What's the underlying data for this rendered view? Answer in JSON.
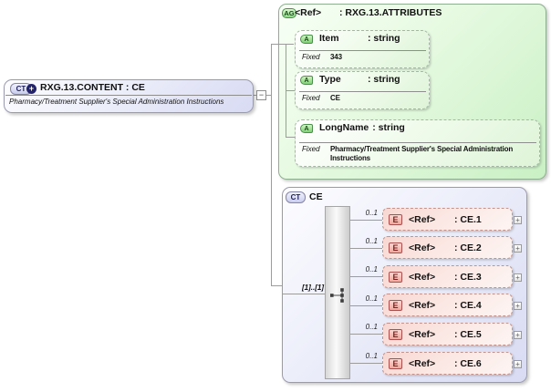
{
  "content_box": {
    "badge": "CT",
    "plus_icon": "+",
    "title": "RXG.13.CONTENT : CE",
    "subtitle": "Pharmacy/Treatment Supplier's Special Administration Instructions"
  },
  "collapse_handle": "−",
  "attribute_group": {
    "badge": "AG",
    "name": "<Ref>",
    "type": ": RXG.13.ATTRIBUTES",
    "attributes": [
      {
        "badge": "A",
        "name": "Item",
        "type": ": string",
        "fixed_label": "Fixed",
        "fixed_value": "343"
      },
      {
        "badge": "A",
        "name": "Type",
        "type": ": string",
        "fixed_label": "Fixed",
        "fixed_value": "CE"
      },
      {
        "badge": "A",
        "name": "LongName",
        "type": ": string",
        "fixed_label": "Fixed",
        "fixed_value": "Pharmacy/Treatment Supplier's Special Administration Instructions"
      }
    ]
  },
  "complex_type": {
    "badge": "CT",
    "name": "CE",
    "cardinality": "[1]..[1]",
    "elements": [
      {
        "badge": "E",
        "name": "<Ref>",
        "type": ": CE.1",
        "occurs": "0..1",
        "expand": "+"
      },
      {
        "badge": "E",
        "name": "<Ref>",
        "type": ": CE.2",
        "occurs": "0..1",
        "expand": "+"
      },
      {
        "badge": "E",
        "name": "<Ref>",
        "type": ": CE.3",
        "occurs": "0..1",
        "expand": "+"
      },
      {
        "badge": "E",
        "name": "<Ref>",
        "type": ": CE.4",
        "occurs": "0..1",
        "expand": "+"
      },
      {
        "badge": "E",
        "name": "<Ref>",
        "type": ": CE.5",
        "occurs": "0..1",
        "expand": "+"
      },
      {
        "badge": "E",
        "name": "<Ref>",
        "type": ": CE.6",
        "occurs": "0..1",
        "expand": "+"
      }
    ]
  },
  "colors": {
    "line": "#9c9c9c",
    "lavender_fill": "#d8dbf3",
    "green_fill": "#c9f0c4",
    "element_fill": "#f8d7d1",
    "green_badge_border": "#4c8f4c",
    "red_badge_border": "#a85050",
    "blue_badge_border": "#8585a5",
    "plus_circle": "#23236b"
  }
}
